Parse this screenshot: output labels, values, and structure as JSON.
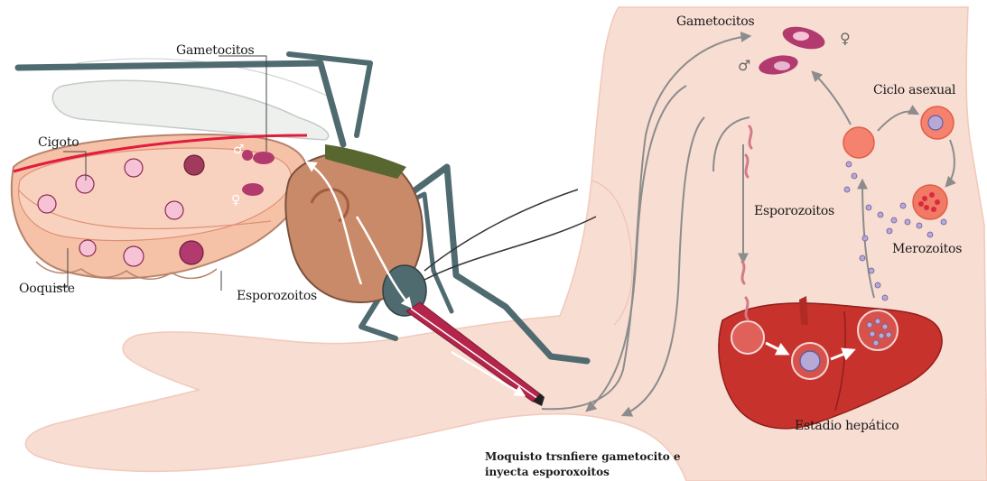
{
  "labels": {
    "gametocitos_mosquito": "Gametocitos",
    "cigoto": "Cigoto",
    "ooquiste": "Ooquiste",
    "esporozoitos_mosquito": "Esporozoitos",
    "gametocitos_human": "Gametocitos",
    "ciclo_asexual": "Ciclo asexual",
    "esporozoitos_human": "Esporozoitos",
    "merozoitos": "Merozoitos",
    "estadio_hepatico": "Estadio hepático",
    "caption_line1": "Moquisto trsnfiere gametocito e",
    "caption_line2": "inyecta esporoxoitos"
  },
  "symbols": {
    "male": "♂",
    "female": "♀"
  },
  "colors": {
    "skin": "#f8ddd2",
    "liver": "#c8322c",
    "parasite": "#b23a6e",
    "mosquito_body": "#c98a6a",
    "mosquito_legs": "#4f6b70"
  }
}
